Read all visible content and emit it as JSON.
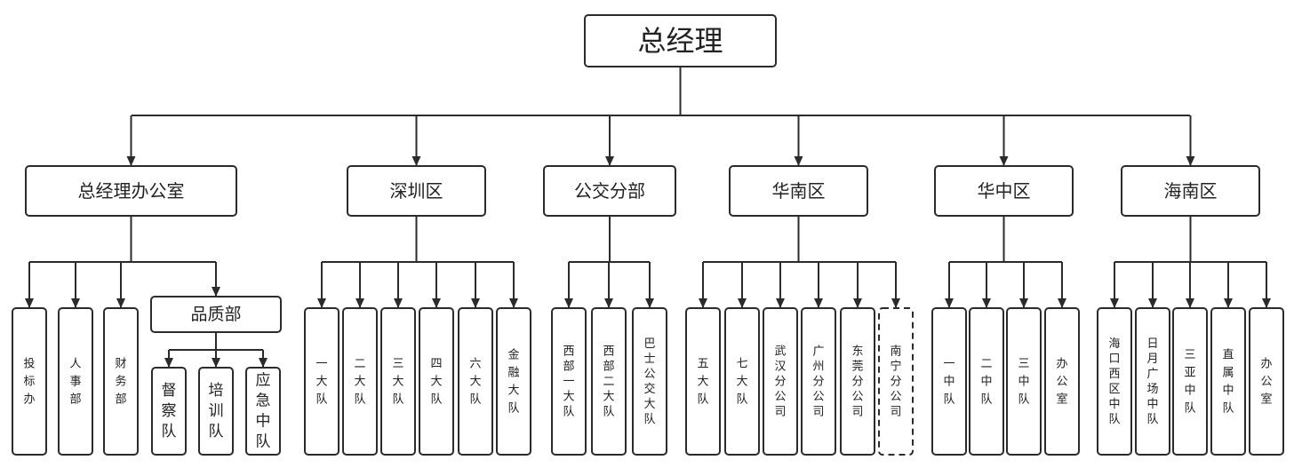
{
  "root": "总经理",
  "departments": [
    {
      "name": "总经理办公室",
      "children": [
        "投标办",
        "人事部",
        "财务部",
        {
          "name": "品质部",
          "children": [
            "督察队",
            "培训队",
            "应急中队"
          ]
        }
      ]
    },
    {
      "name": "深圳区",
      "children": [
        "一大队",
        "二大队",
        "三大队",
        "四大队",
        "六大队",
        "金融大队"
      ]
    },
    {
      "name": "公交分部",
      "children": [
        "西部一大队",
        "西部二大队",
        "巴士公交大队"
      ]
    },
    {
      "name": "华南区",
      "children": [
        "五大队",
        "七大队",
        "武汉分公司",
        "广州分公司",
        "东莞分公司",
        "南宁分公司"
      ],
      "dashed": [
        "南宁分公司"
      ]
    },
    {
      "name": "华中区",
      "children": [
        "一中队",
        "二中队",
        "三中队",
        "办公室"
      ]
    },
    {
      "name": "海南区",
      "children": [
        "海口西区中队",
        "日月广场中队",
        "三亚中队",
        "直属中队",
        "办公室"
      ]
    }
  ]
}
